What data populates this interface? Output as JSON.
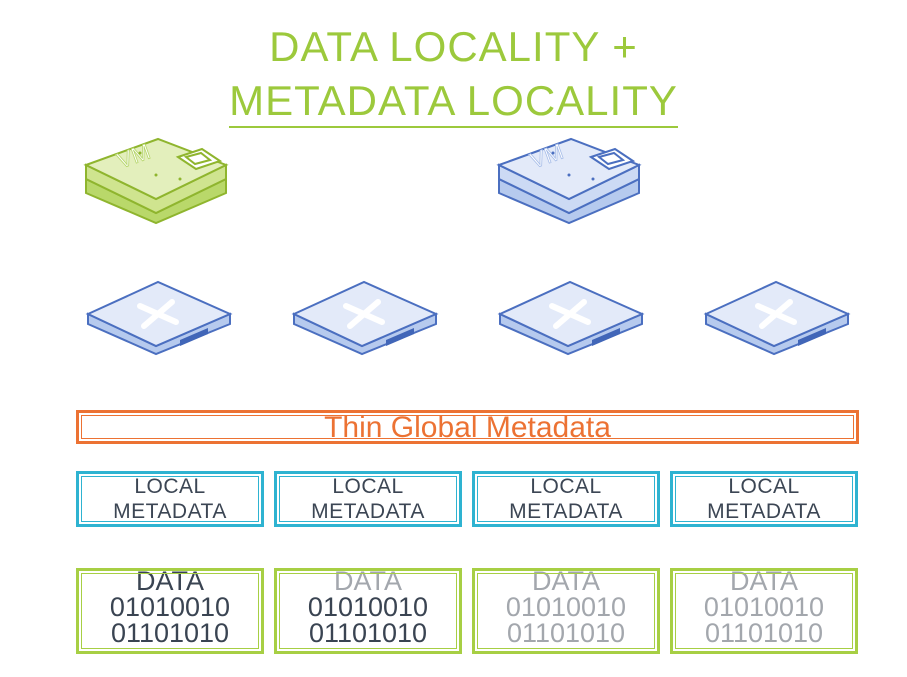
{
  "title": {
    "line1": "DATA LOCALITY +",
    "line2": "METADATA LOCALITY"
  },
  "colors": {
    "green": "#9cc93c",
    "orange": "#ec7233",
    "blue": "#2eb3d1",
    "vm_blue": "#5b7fc9"
  },
  "vms": [
    {
      "label": "VM",
      "color": "green"
    },
    {
      "label": "VM",
      "color": "blue"
    }
  ],
  "nodes": [
    {
      "icon": "nutanix-x-icon"
    },
    {
      "icon": "nutanix-x-icon"
    },
    {
      "icon": "nutanix-x-icon"
    },
    {
      "icon": "nutanix-x-icon"
    }
  ],
  "global_metadata": "Thin Global Metadata",
  "local_metadata": [
    {
      "line1": "LOCAL",
      "line2": "METADATA"
    },
    {
      "line1": "LOCAL",
      "line2": "METADATA"
    },
    {
      "line1": "LOCAL",
      "line2": "METADATA"
    },
    {
      "line1": "LOCAL",
      "line2": "METADATA"
    }
  ],
  "data_blocks": [
    {
      "label": "DATA",
      "bits1": "01010010",
      "bits2": "01101010",
      "state": "active"
    },
    {
      "label": "DATA",
      "bits1": "01010010",
      "bits2": "01101010",
      "state": "active"
    },
    {
      "label": "DATA",
      "bits1": "01010010",
      "bits2": "01101010",
      "state": "faded"
    },
    {
      "label": "DATA",
      "bits1": "01010010",
      "bits2": "01101010",
      "state": "faded"
    }
  ]
}
